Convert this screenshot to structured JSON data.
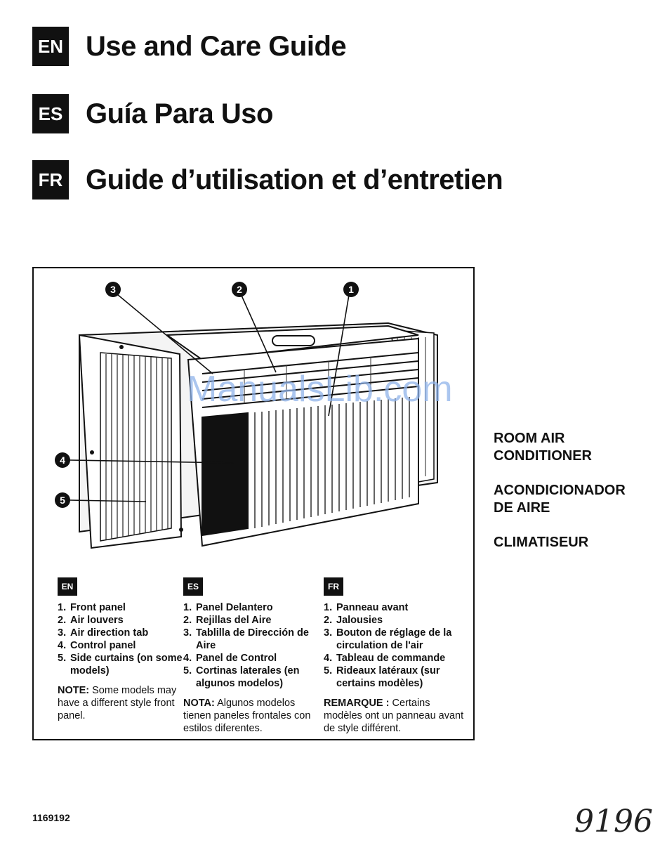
{
  "titles": [
    {
      "lang": "EN",
      "text": "Use and Care Guide"
    },
    {
      "lang": "ES",
      "text": "Guía Para Uso"
    },
    {
      "lang": "FR",
      "text": "Guide d’utilisation et d’entretien"
    }
  ],
  "callouts": [
    "3",
    "2",
    "1",
    "4",
    "5"
  ],
  "columns": [
    {
      "lang": "EN",
      "items": [
        {
          "num": "1.",
          "text": "Front panel"
        },
        {
          "num": "2.",
          "text": "Air louvers"
        },
        {
          "num": "3.",
          "text": "Air direction tab"
        },
        {
          "num": "4.",
          "text": "Control panel"
        },
        {
          "num": "5.",
          "text": "Side curtains (on some models)"
        }
      ],
      "note_label": "NOTE:",
      "note_text": " Some models may have a different style front panel."
    },
    {
      "lang": "ES",
      "items": [
        {
          "num": "1.",
          "text": "Panel Delantero"
        },
        {
          "num": "2.",
          "text": "Rejillas del Aire"
        },
        {
          "num": "3.",
          "text": "Tablilla de Dirección de Aire"
        },
        {
          "num": "4.",
          "text": "Panel de Control"
        },
        {
          "num": "5.",
          "text": "Cortinas laterales (en algunos modelos)"
        }
      ],
      "note_label": "NOTA:",
      "note_text": " Algunos modelos tienen paneles frontales con estilos diferentes."
    },
    {
      "lang": "FR",
      "items": [
        {
          "num": "1.",
          "text": "Panneau avant"
        },
        {
          "num": "2.",
          "text": "Jalousies"
        },
        {
          "num": "3.",
          "text": "Bouton de réglage de la circulation de l'air"
        },
        {
          "num": "4.",
          "text": "Tableau de commande"
        },
        {
          "num": "5.",
          "text": "Rideaux latéraux (sur certains modèles)"
        }
      ],
      "note_label": "REMARQUE :",
      "note_text": " Certains modèles ont un panneau avant de style différent."
    }
  ],
  "side_labels": [
    "ROOM AIR CONDITIONER",
    "ACONDICIONADOR DE AIRE",
    "CLIMATISEUR"
  ],
  "footer_code": "1169192",
  "handwritten": "9196",
  "watermark": "ManualsLib.com"
}
